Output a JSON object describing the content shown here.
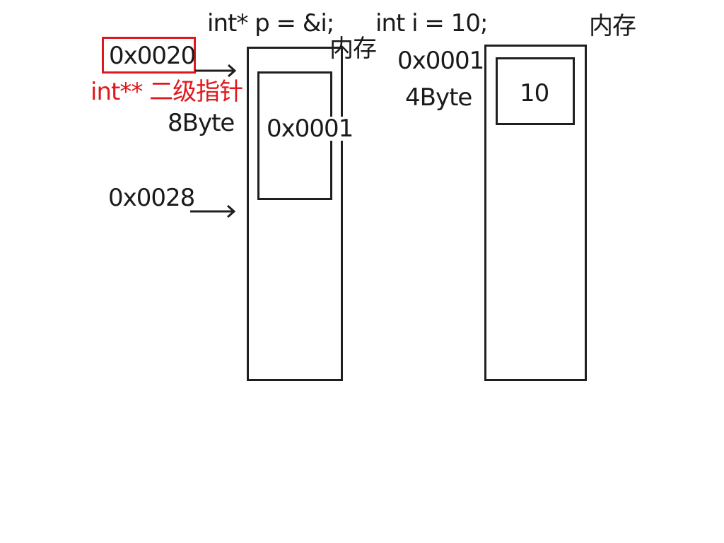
{
  "left": {
    "decl": "int* p = &i;",
    "memory_label": "内存",
    "outer_addr_top": "0x0020",
    "pointer_type": "int** 二级指针",
    "size": "8Byte",
    "inner_value": "0x0001",
    "outer_addr_bottom": "0x0028"
  },
  "right": {
    "decl": "int i = 10;",
    "memory_label": "内存",
    "addr": "0x0001",
    "size": "4Byte",
    "value": "10"
  },
  "colors": {
    "ink": "#1f1f1f",
    "highlight": "#e0191e"
  },
  "icons": {
    "arrow_top": "right-arrow-icon",
    "arrow_bottom": "right-arrow-icon"
  }
}
